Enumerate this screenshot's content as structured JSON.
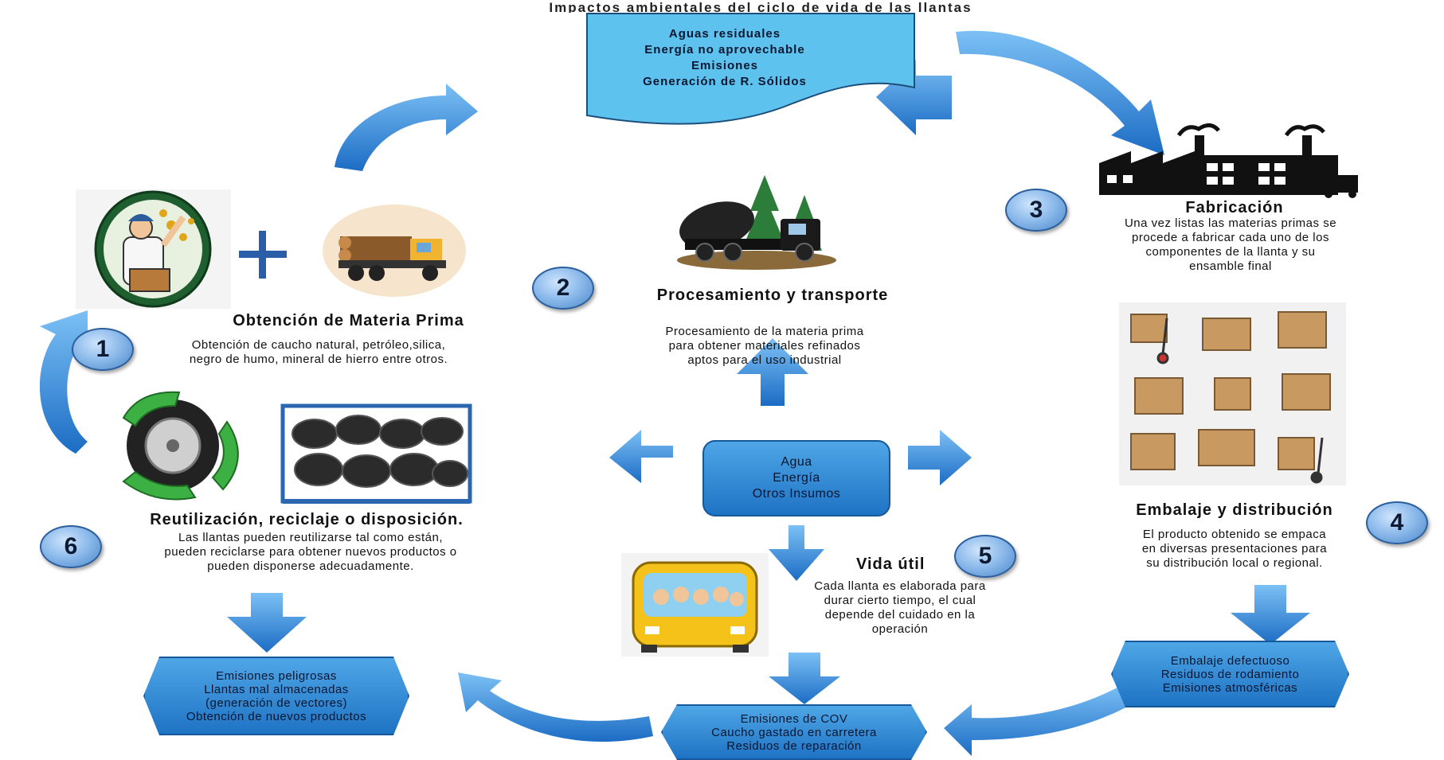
{
  "header": {
    "top_title": "Impactos ambientales del ciclo de vida de las llantas"
  },
  "outputs_box": {
    "lines": [
      "Aguas residuales",
      "Energía no aprovechable",
      "Emisiones",
      "Generación de R. Sólidos"
    ]
  },
  "center_box": {
    "lines": [
      "Agua",
      "Energía",
      "Otros Insumos"
    ]
  },
  "stages": [
    {
      "number": "1",
      "title": "Obtención de Materia Prima",
      "desc": [
        "Obtención de caucho natural, petróleo,silica,",
        "negro de humo, mineral de hierro entre otros."
      ]
    },
    {
      "number": "2",
      "title": "Procesamiento y transporte",
      "desc": [
        "Procesamiento de la materia prima",
        "para obtener materiales refinados",
        "aptos para el uso industrial"
      ]
    },
    {
      "number": "3",
      "title": "Fabricación",
      "desc": [
        "Una vez listas las materias primas se",
        "procede a fabricar cada uno de los",
        "componentes de la llanta y su",
        "ensamble final"
      ]
    },
    {
      "number": "4",
      "title": "Embalaje y distribución",
      "desc": [
        "El producto obtenido se empaca",
        "en diversas presentaciones para",
        "su distribución local o regional."
      ]
    },
    {
      "number": "5",
      "title": "Vida útil",
      "desc": [
        "Cada llanta es elaborada para",
        "durar cierto tiempo, el cual",
        "depende del cuidado en la",
        "operación"
      ]
    },
    {
      "number": "6",
      "title": "Reutilización, reciclaje o disposición.",
      "desc": [
        "Las llantas pueden reutilizarse tal como están,",
        "pueden reciclarse para obtener nuevos productos o",
        "pueden disponerse adecuadamente."
      ]
    }
  ],
  "impact_boxes": {
    "packaging": [
      "Embalaje defectuoso",
      "Residuos de rodamiento",
      "Emisiones atmosféricas"
    ],
    "use": [
      "Emisiones de COV",
      "Caucho gastado en carretera",
      "Residuos de reparación"
    ],
    "end_of_life": [
      "Emisiones peligrosas",
      "Llantas mal almacenadas",
      "(generación de vectores)",
      "Obtención de nuevos productos"
    ]
  },
  "icons": {
    "farmer": "farmer-icon",
    "log_truck": "log-truck-icon",
    "plus": "plus-icon",
    "cement_truck": "cement-truck-icon",
    "factory": "factory-icon",
    "boxes": "boxes-icon",
    "bus": "school-bus-icon",
    "recycle": "recycle-tire-icon",
    "tire_rack": "tire-rack-icon"
  },
  "colors": {
    "arrow_blue": "#2f86d8",
    "box_blue": "#3b94dc",
    "wave_blue": "#5ec2ee",
    "number_blue": "#8fbcec"
  }
}
